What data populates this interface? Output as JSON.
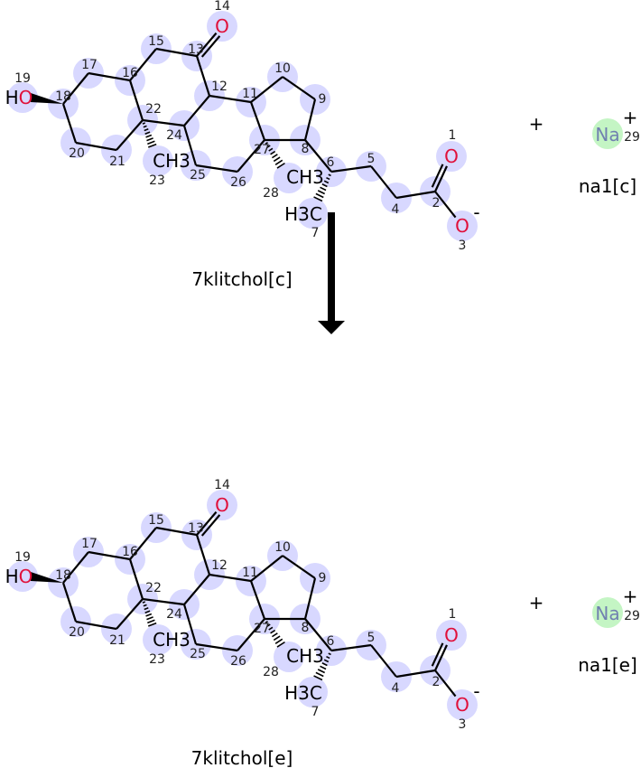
{
  "reactants": {
    "molecule_name": "7klitchol[c]",
    "ion_name": "na1[c]"
  },
  "products": {
    "molecule_name": "7klitchol[e]",
    "ion_name": "na1[e]"
  },
  "plus": "+",
  "atom_numbers": [
    "1",
    "2",
    "3",
    "4",
    "5",
    "6",
    "7",
    "8",
    "9",
    "10",
    "11",
    "12",
    "13",
    "14",
    "15",
    "16",
    "17",
    "18",
    "19",
    "20",
    "21",
    "22",
    "23",
    "24",
    "25",
    "26",
    "27",
    "28"
  ],
  "na_label": "Na",
  "na_charge": "+",
  "na_number": "29",
  "atom_labels": {
    "o": "O",
    "o_minus_charge": "-",
    "ho": "HO",
    "ch3": "CH3",
    "h3c": "H3C"
  },
  "colors": {
    "highlight": "#d8d8ff",
    "na_highlight": "#c4f5c4",
    "oxygen": "#e0103a"
  }
}
